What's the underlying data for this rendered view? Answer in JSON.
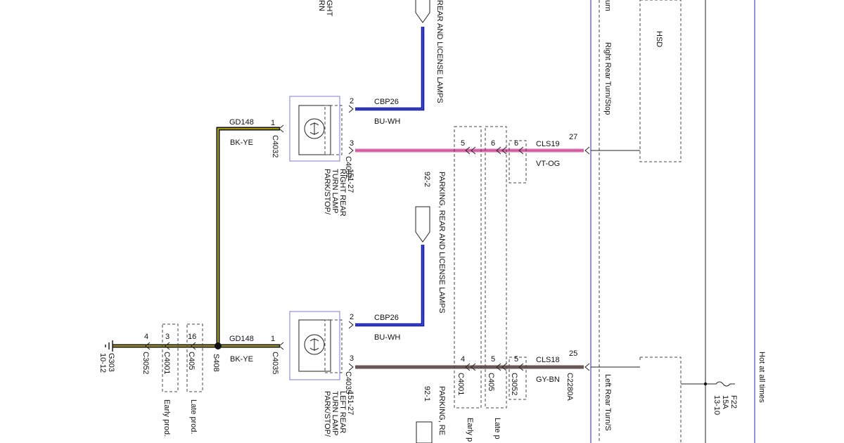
{
  "colors": {
    "bk_ye_outer": "#111111",
    "bk_ye_inner": "#d8c800",
    "bu_wh_outer": "#1a1aa0",
    "bu_wh_inner": "#3a52d8",
    "vt_og": "#e070b0",
    "gy_bn": "#6a5656",
    "module_border": "#4a4ad0",
    "lamp_box": "#7a7ae0"
  },
  "top_partial": {
    "turn_right": "RN\nGHT",
    "license_label_1": "REAR AND LICENSE LAMPS"
  },
  "right_lamp": {
    "pin1": "1",
    "pin2": "2",
    "pin3": "3",
    "connector_left": "C4032",
    "connector_right": "C4032",
    "name": "PARK/STOP/\nTURN LAMP\nRIGHT REAR\n151-27",
    "ground_circuit": "GD148",
    "ground_color": "BK-YE",
    "license_circuit": "CBP26",
    "license_color": "BU-WH",
    "feed_circuit": "CLS19",
    "feed_color": "VT-OG"
  },
  "left_lamp": {
    "pin1": "1",
    "pin2": "2",
    "pin3": "3",
    "connector_left": "C4035",
    "connector_right": "C4035",
    "name": "PARK/STOP/\nTURN LAMP\nLEFT REAR\n151-27",
    "ground_circuit": "GD148",
    "ground_color": "BK-YE",
    "license_circuit": "CBP26",
    "license_color": "BU-WH",
    "feed_circuit": "CLS18",
    "feed_color": "GY-BN"
  },
  "license_lamps_upper": "PARKING, REAR AND LICENSE LAMPS",
  "license_lamps_upper_ref": "92-2",
  "license_lamps_lower": "PARKING, RE",
  "license_lamps_lower_ref": "92-1",
  "inline_right": {
    "pin_c4001": "5",
    "pin_c405": "6",
    "pin_c3052": "6",
    "pin_module": "27"
  },
  "inline_left": {
    "pin_c4001": "4",
    "pin_c405": "5",
    "pin_c3052": "5",
    "pin_module": "25",
    "c4001": "C4001",
    "c405": "C405",
    "c3052": "C3052",
    "module_conn": "C2280A"
  },
  "early_label": "Early p",
  "late_label": "Late p",
  "ground_side": {
    "ground_id": "G303",
    "ground_ref": "10-12",
    "pin_c3052": "4",
    "c3052": "C3052",
    "pin_c4001": "3",
    "c4001": "C4001",
    "early": "Early prod.",
    "pin_c405": "16",
    "c405": "C405",
    "late": "Late prod.",
    "splice": "S408"
  },
  "module": {
    "right_func": "Right Rear Turn/Stop",
    "right_func_top": "urn",
    "hsd": "HSD",
    "left_func": "Left Rear Turn/S",
    "hot": "Hot at all times",
    "fuse_id": "F22",
    "fuse_amp": "15A",
    "fuse_ref": "13-10"
  }
}
